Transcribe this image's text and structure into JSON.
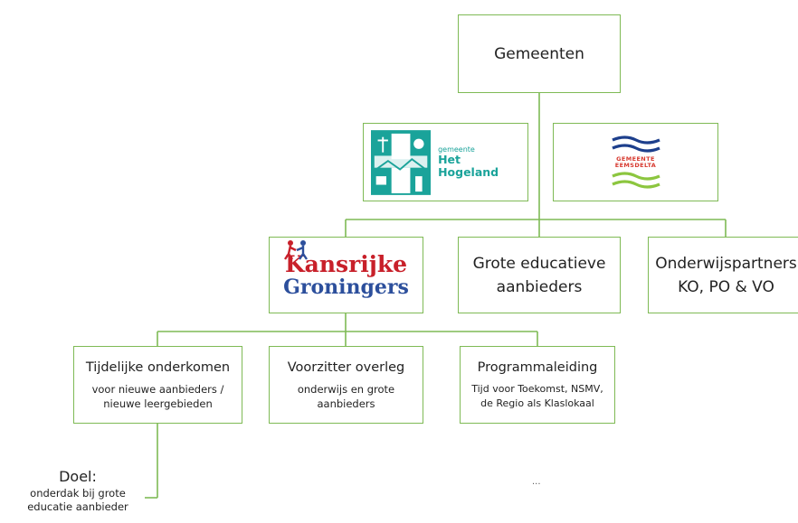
{
  "top": {
    "label": "Gemeenten"
  },
  "municipalities": [
    {
      "small": "gemeente",
      "name": "Het Hogeland",
      "color": "#1aa39a"
    },
    {
      "small": "GEMEENTE",
      "name": "EEMSDELTA",
      "colors": [
        "#1d3f8c",
        "#8cc63f",
        "#d7392f"
      ]
    }
  ],
  "level2": {
    "kansrijke": {
      "line1": "Kansrijke",
      "line2": "Groningers",
      "colors": [
        "#c8202a",
        "#2c4f9c"
      ]
    },
    "grote": {
      "label_line1": "Grote educatieve",
      "label_line2": "aanbieders"
    },
    "partners": {
      "label_line1": "Onderwijspartners",
      "label_line2": "KO, PO & VO"
    }
  },
  "level3": [
    {
      "title": "Tijdelijke onderkomen",
      "sub_line1": "voor nieuwe aanbieders /",
      "sub_line2": "nieuwe leergebieden"
    },
    {
      "title": "Voorzitter overleg",
      "sub_line1": "onderwijs en grote",
      "sub_line2": "aanbieders"
    },
    {
      "title": "Programmaleiding",
      "sub_line1": "Tijd voor Toekomst, NSMV,",
      "sub_line2": "de Regio als Klaslokaal"
    }
  ],
  "doel": {
    "title": "Doel:",
    "line1": "onderdak bij grote",
    "line2": "educatie aanbieder"
  },
  "ellipsis": "...",
  "style": {
    "border_color": "#7fba55"
  }
}
